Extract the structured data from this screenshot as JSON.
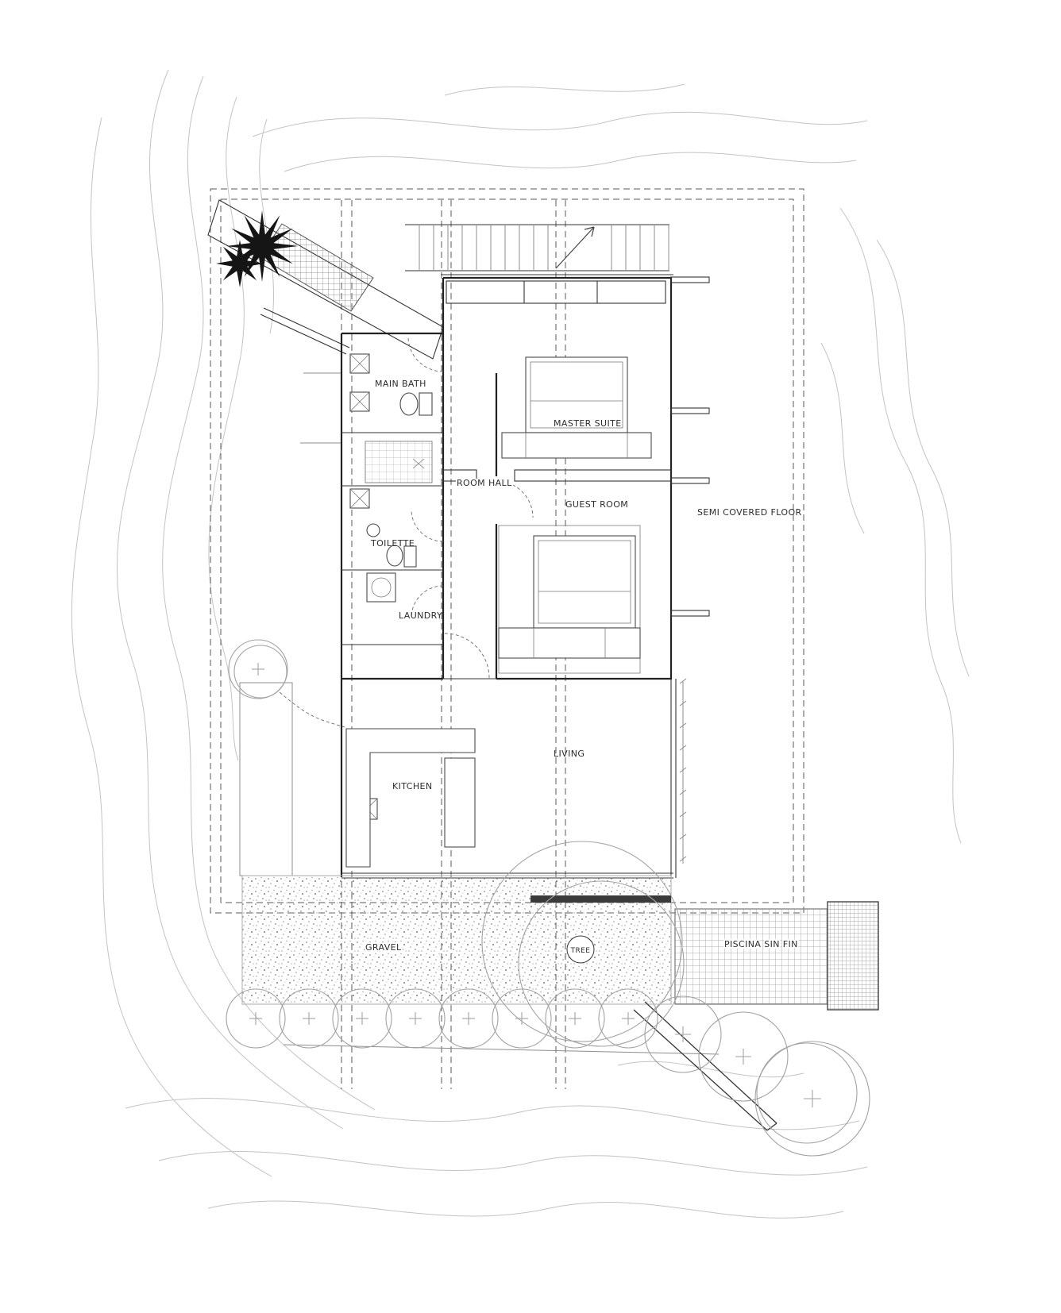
{
  "plan": {
    "rooms": {
      "main_bath": "MAIN BATH",
      "master_suite": "MASTER SUITE",
      "room_hall": "ROOM HALL",
      "guest_room": "GUEST ROOM",
      "semi_covered_floor": "SEMI COVERED FLOOR",
      "toilette": "TOILETTE",
      "laundry": "LAUNDRY",
      "kitchen": "KITCHEN",
      "living": "LIVING"
    },
    "site": {
      "gravel": "GRAVEL",
      "tree": "TREE",
      "pool": "PISCINA SIN FIN"
    },
    "colors": {
      "background": "#ffffff",
      "walls": "#222222",
      "contours": "#c3c3c3",
      "boundary_dash": "#5a5a5a",
      "vegetation": "#a2a2a2"
    }
  }
}
